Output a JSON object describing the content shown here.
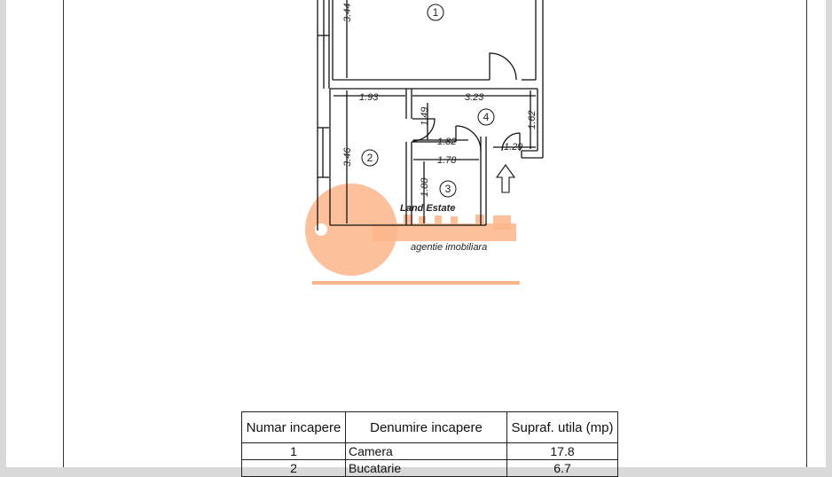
{
  "plan": {
    "rooms": [
      "1",
      "2",
      "3",
      "4"
    ],
    "dimensions": [
      "3.44",
      "1.93",
      "3.23",
      "1.49",
      "1.82",
      "1.62",
      "1.29",
      "3.46",
      "1.78",
      "1.88"
    ]
  },
  "watermark": {
    "brand": "Land Estate",
    "tagline": "agentie imobiliara"
  },
  "table": {
    "headers": [
      "Numar incapere",
      "Denumire incapere",
      "Supraf. utila (mp)"
    ],
    "rows": [
      {
        "num": "1",
        "name": "Camera",
        "area": "17.8"
      },
      {
        "num": "2",
        "name": "Bucatarie",
        "area": "6.7"
      }
    ]
  }
}
